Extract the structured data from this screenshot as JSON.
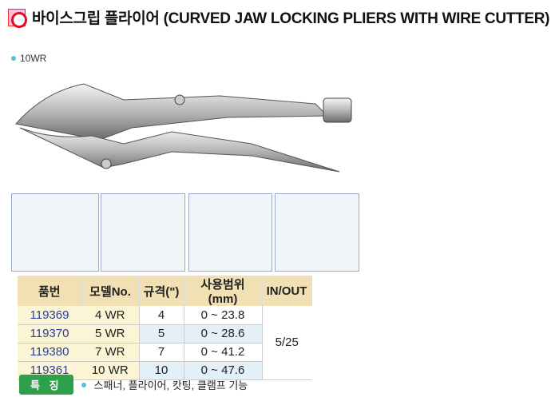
{
  "title": "바이스그립 플라이어 (CURVED JAW LOCKING PLIERS WITH WIRE CUTTER)",
  "model_label": "10WR",
  "table": {
    "headers": [
      "품번",
      "모델No.",
      "규격(\")",
      "사용범위(mm)",
      "IN/OUT"
    ],
    "rows": [
      {
        "part": "119369",
        "model": "4 WR",
        "size": "4",
        "range": "0 ~ 23.8"
      },
      {
        "part": "119370",
        "model": "5 WR",
        "size": "5",
        "range": "0 ~ 28.6"
      },
      {
        "part": "119380",
        "model": "7 WR",
        "size": "7",
        "range": "0 ~ 41.2"
      },
      {
        "part": "119361",
        "model": "10 WR",
        "size": "10",
        "range": "0 ~ 47.6"
      }
    ],
    "in_out": "5/25"
  },
  "features": {
    "label": "특 징",
    "text": "스패너, 플라이어, 캇팅, 클램프 기능"
  }
}
